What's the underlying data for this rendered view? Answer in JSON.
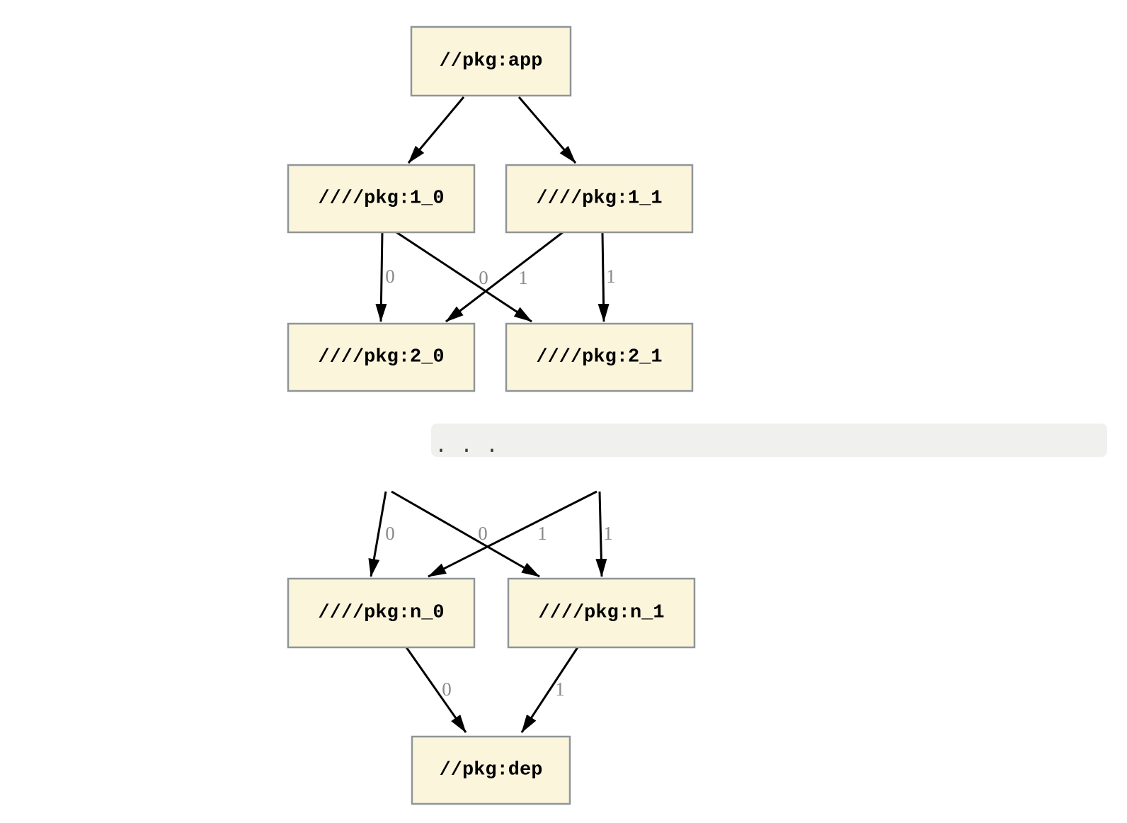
{
  "figure": {
    "colors": {
      "node_fill": "#FBF5DC",
      "node_border": "#8F9598",
      "node_text": "#000000",
      "edge": "#000000",
      "edge_label": "#8A8A8A",
      "ellipsis_bg": "#F0F0EF",
      "ellipsis_text": "#3B3B3B"
    },
    "nodes": {
      "app": {
        "label": "//pkg:app"
      },
      "v1_0": {
        "label": "////pkg:1_0"
      },
      "v1_1": {
        "label": "////pkg:1_1"
      },
      "v2_0": {
        "label": "////pkg:2_0"
      },
      "v2_1": {
        "label": "////pkg:2_1"
      },
      "vn_0": {
        "label": "////pkg:n_0"
      },
      "vn_1": {
        "label": "////pkg:n_1"
      },
      "dep": {
        "label": "//pkg:dep"
      }
    },
    "edge_labels": {
      "v1_0_to_v2_0": "0",
      "v1_1_to_v2_0": "0",
      "v1_0_to_v2_1": "1",
      "v1_1_to_v2_1": "1",
      "prev_to_vn_0": "0",
      "prev_cross_to_vn_0": "0",
      "prev_cross_to_vn_1": "1",
      "prev_to_vn_1": "1",
      "vn_0_to_dep": "0",
      "vn_1_to_dep": "1"
    },
    "ellipsis": ". . ."
  }
}
